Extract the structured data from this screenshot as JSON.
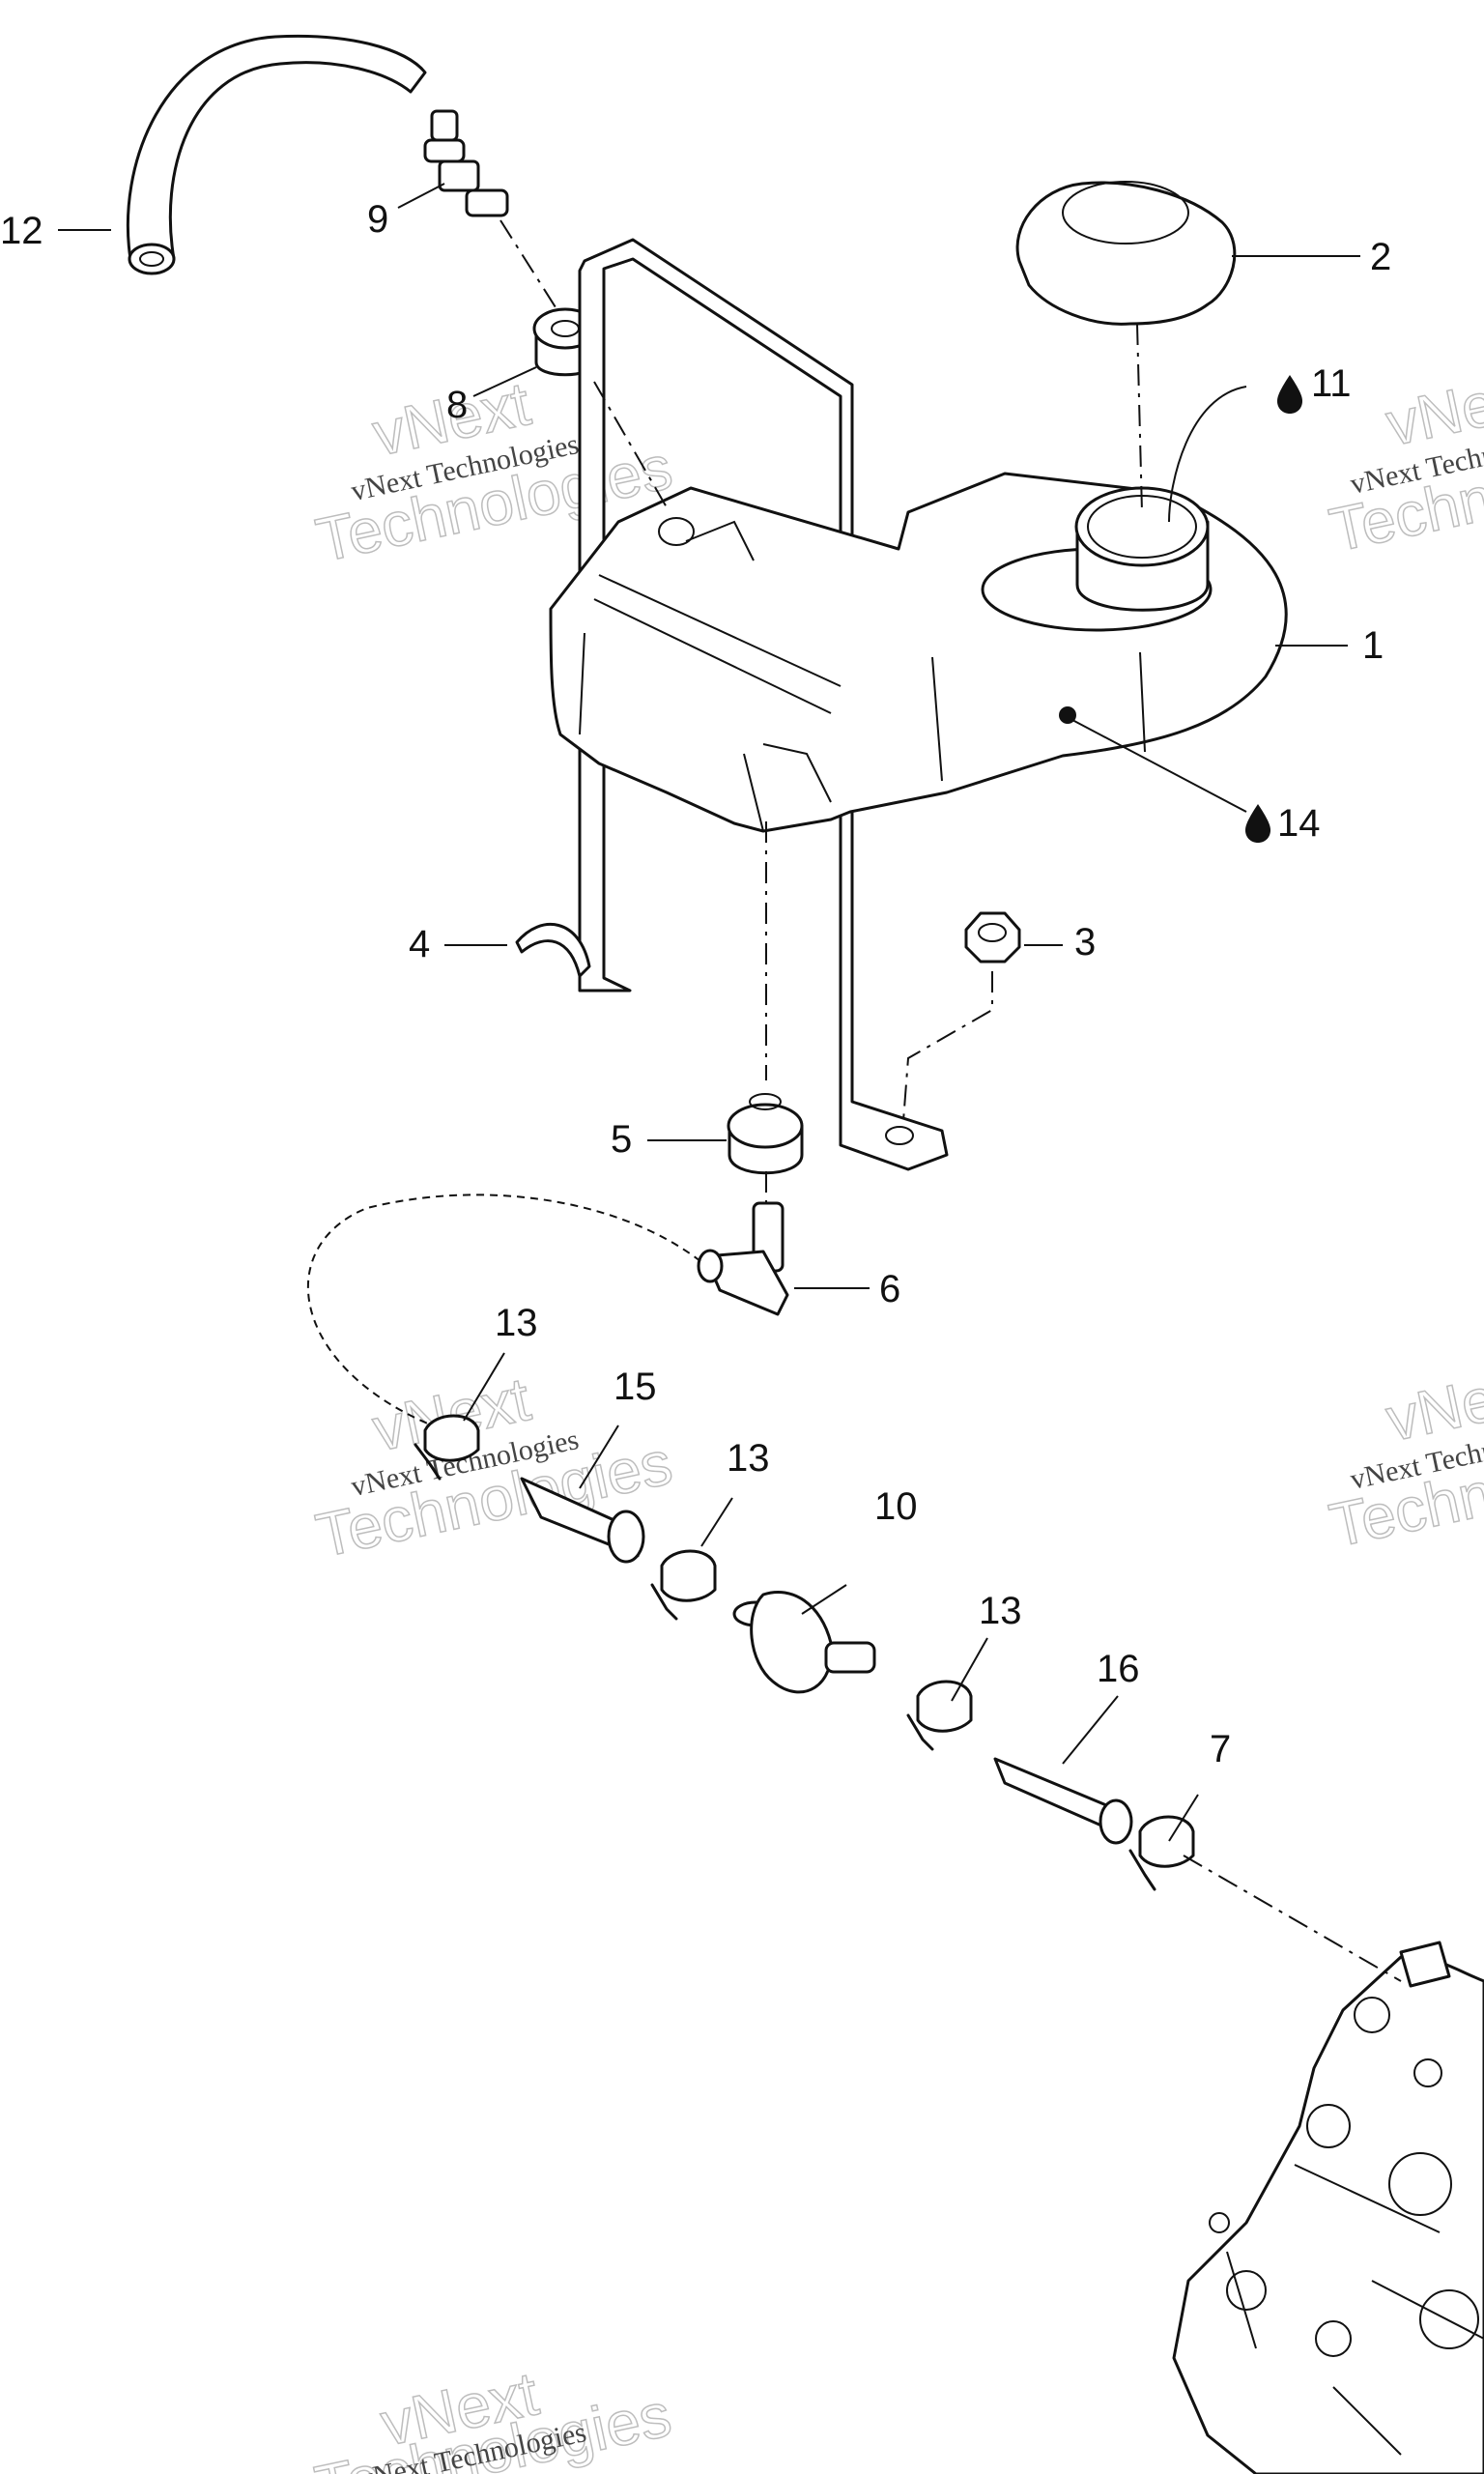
{
  "diagram": {
    "callouts": [
      {
        "id": "c1",
        "text": "1"
      },
      {
        "id": "c2",
        "text": "2"
      },
      {
        "id": "c3",
        "text": "3"
      },
      {
        "id": "c4",
        "text": "4"
      },
      {
        "id": "c5",
        "text": "5"
      },
      {
        "id": "c6",
        "text": "6"
      },
      {
        "id": "c7",
        "text": "7"
      },
      {
        "id": "c8",
        "text": "8"
      },
      {
        "id": "c9",
        "text": "9"
      },
      {
        "id": "c10",
        "text": "10"
      },
      {
        "id": "c11",
        "text": "11"
      },
      {
        "id": "c12",
        "text": "12"
      },
      {
        "id": "c13a",
        "text": "13"
      },
      {
        "id": "c13b",
        "text": "13"
      },
      {
        "id": "c13c",
        "text": "13"
      },
      {
        "id": "c14",
        "text": "14"
      },
      {
        "id": "c15",
        "text": "15"
      },
      {
        "id": "c16",
        "text": "16"
      }
    ],
    "watermark": {
      "line1": "vNext",
      "line2": "Technologies",
      "small": "vNext Technologies"
    }
  }
}
